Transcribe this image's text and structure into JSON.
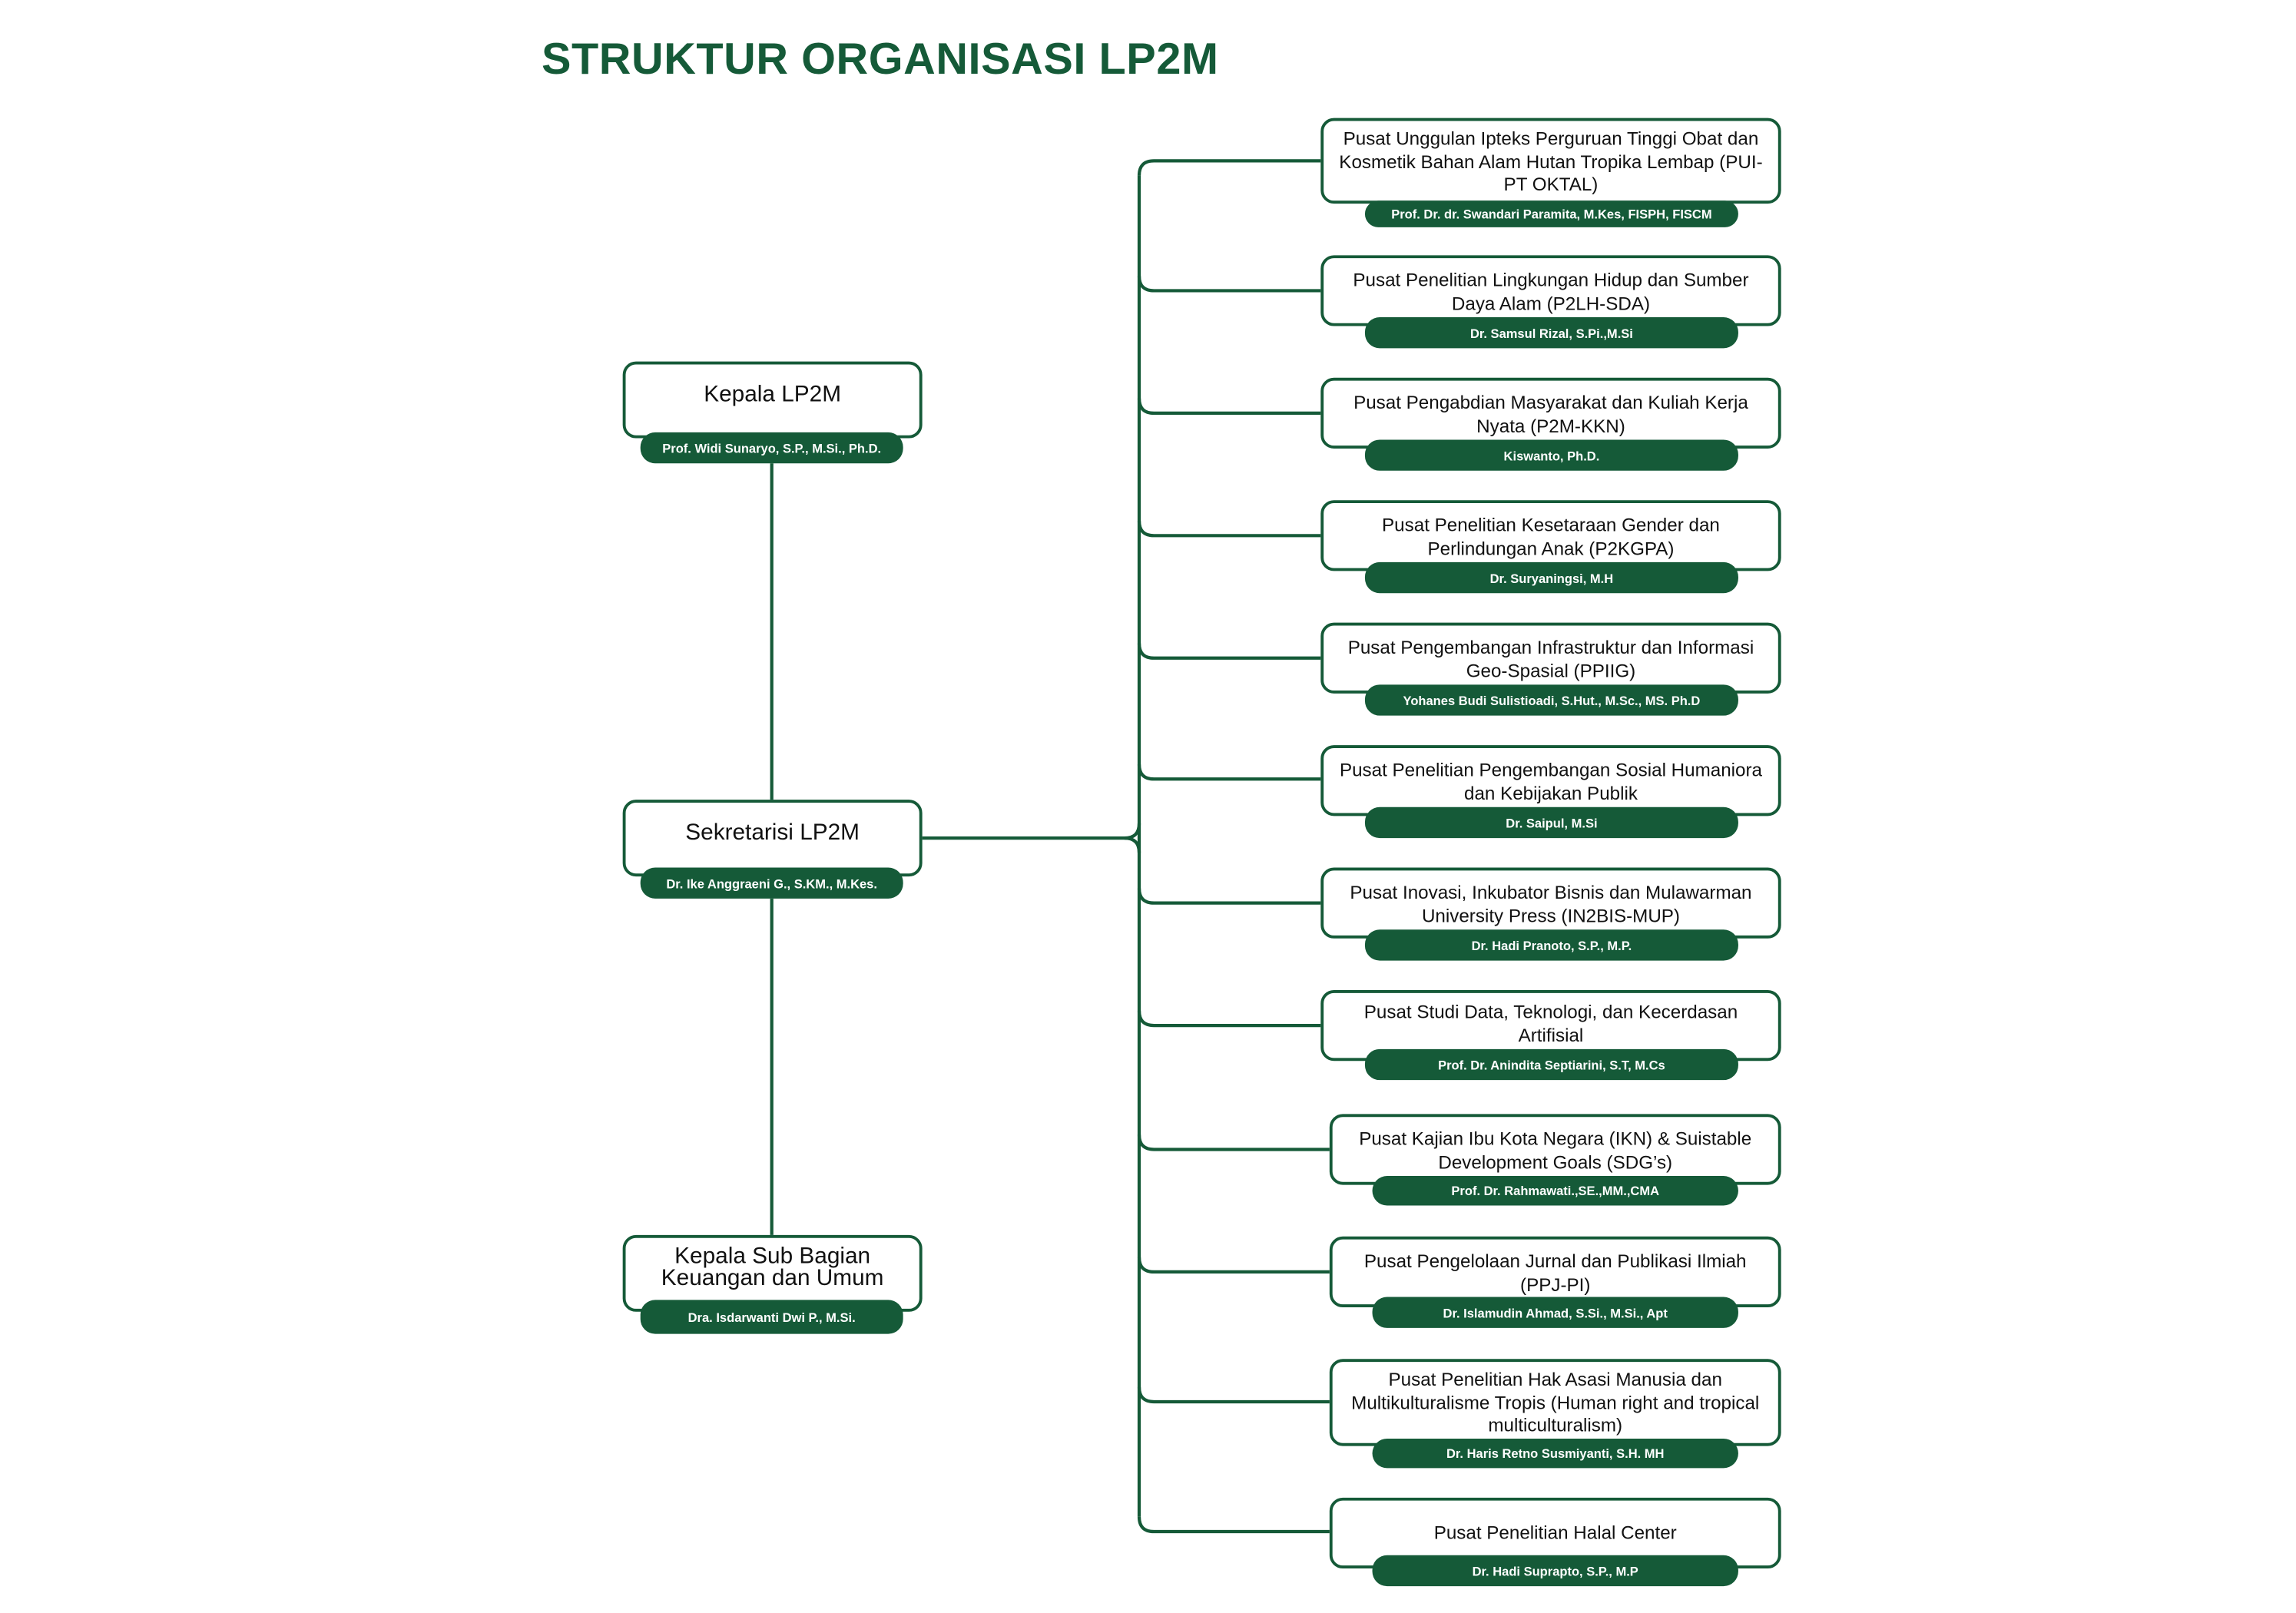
{
  "title": "STRUKTUR ORGANISASI LP2M",
  "colors": {
    "primary": "#155a38",
    "box_fill": "#ffffff",
    "text": "#111111"
  },
  "left_units": [
    {
      "name": "Kepala LP2M",
      "person": "Prof. Widi Sunaryo, S.P., M.Si., Ph.D."
    },
    {
      "name": "Sekretarisi LP2M",
      "person": "Dr. Ike Anggraeni G., S.KM., M.Kes."
    },
    {
      "name": "Kepala Sub Bagian Keuangan dan Umum",
      "person": "Dra. Isdarwanti Dwi P., M.Si."
    }
  ],
  "centers": [
    {
      "name": "Pusat Unggulan Ipteks Perguruan Tinggi Obat dan Kosmetik Bahan Alam Hutan Tropika Lembap (PUI-PT OKTAL)",
      "person": "Prof. Dr. dr. Swandari Paramita, M.Kes, FISPH, FISCM"
    },
    {
      "name": "Pusat Penelitian Lingkungan Hidup dan Sumber Daya Alam (P2LH-SDA)",
      "person": "Dr. Samsul Rizal, S.Pi.,M.Si"
    },
    {
      "name": "Pusat Pengabdian Masyarakat dan Kuliah Kerja Nyata (P2M-KKN)",
      "person": "Kiswanto, Ph.D."
    },
    {
      "name": "Pusat Penelitian Kesetaraan Gender dan Perlindungan Anak (P2KGPA)",
      "person": "Dr. Suryaningsi, M.H"
    },
    {
      "name": "Pusat Pengembangan Infrastruktur dan Informasi Geo-Spasial (PPIIG)",
      "person": "Yohanes Budi Sulistioadi, S.Hut., M.Sc., MS. Ph.D"
    },
    {
      "name": "Pusat Penelitian Pengembangan Sosial Humaniora dan Kebijakan Publik",
      "person": "Dr. Saipul, M.Si"
    },
    {
      "name": "Pusat Inovasi, Inkubator Bisnis dan Mulawarman University Press (IN2BIS-MUP)",
      "person": "Dr. Hadi Pranoto, S.P., M.P."
    },
    {
      "name": "Pusat Studi Data, Teknologi, dan Kecerdasan Artifisial",
      "person": "Prof. Dr. Anindita Septiarini, S.T, M.Cs"
    },
    {
      "name": "Pusat Kajian Ibu Kota Negara (IKN) & Suistable Development Goals (SDG’s)",
      "person": "Prof. Dr. Rahmawati.,SE.,MM.,CMA"
    },
    {
      "name": "Pusat Pengelolaan Jurnal dan Publikasi Ilmiah (PPJ-PI)",
      "person": "Dr. Islamudin Ahmad, S.Si., M.Si., Apt"
    },
    {
      "name": "Pusat Penelitian Hak Asasi Manusia dan Multikulturalisme Tropis (Human right and tropical multiculturalism)",
      "person": "Dr. Haris Retno Susmiyanti, S.H. MH"
    },
    {
      "name": "Pusat Penelitian Halal Center",
      "person": "Dr. Hadi Suprapto, S.P., M.P"
    }
  ]
}
